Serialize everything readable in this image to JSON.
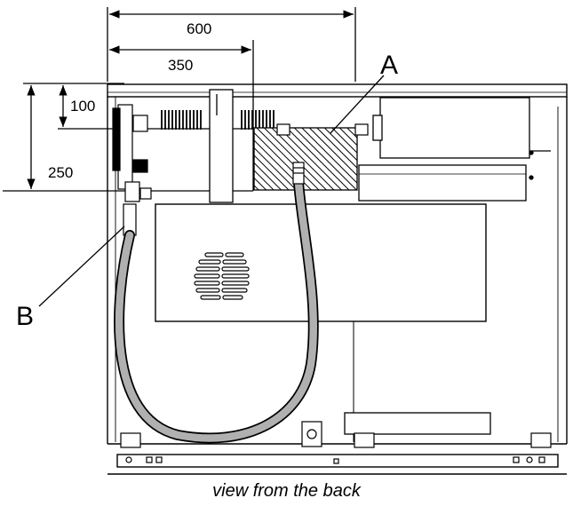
{
  "dimensions": {
    "width_600": "600",
    "width_350": "350",
    "height_100": "100",
    "height_250": "250"
  },
  "labels": {
    "a": "A",
    "b": "B"
  },
  "caption": "view from the back"
}
